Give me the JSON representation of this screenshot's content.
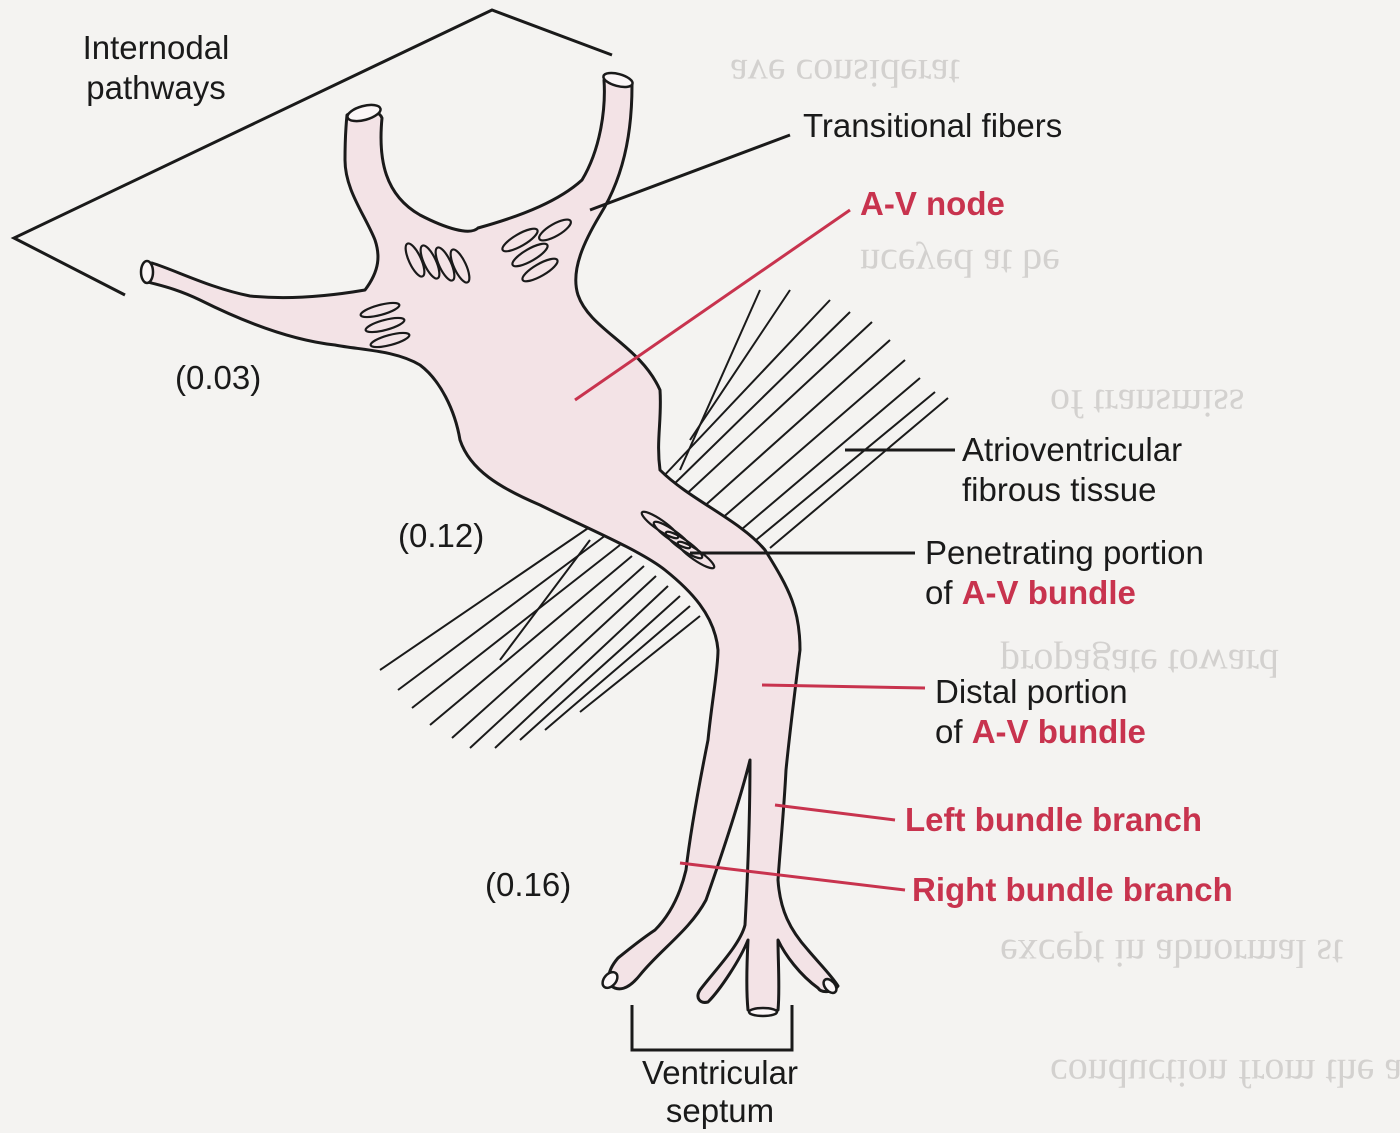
{
  "labels": {
    "internodal_1": "Internodal",
    "internodal_2": "pathways",
    "transitional": "Transitional fibers",
    "av_node": "A-V node",
    "t003": "(0.03)",
    "t012": "(0.12)",
    "t016": "(0.16)",
    "avf_1": "Atrioventricular",
    "avf_2": "fibrous tissue",
    "pen_1": "Penetrating portion",
    "pen_2_prefix": "of ",
    "pen_2_bold": "A-V bundle",
    "dist_1": "Distal portion",
    "dist_2_prefix": "of ",
    "dist_2_bold": "A-V bundle",
    "left_branch": "Left bundle branch",
    "right_branch": "Right bundle branch",
    "vent_1": "Ventricular",
    "vent_2": "septum"
  },
  "colors": {
    "tissue_fill": "#f3e3e6",
    "outline": "#1a1a1a",
    "accent_red": "#c8334e",
    "background": "#f4f3f1"
  }
}
